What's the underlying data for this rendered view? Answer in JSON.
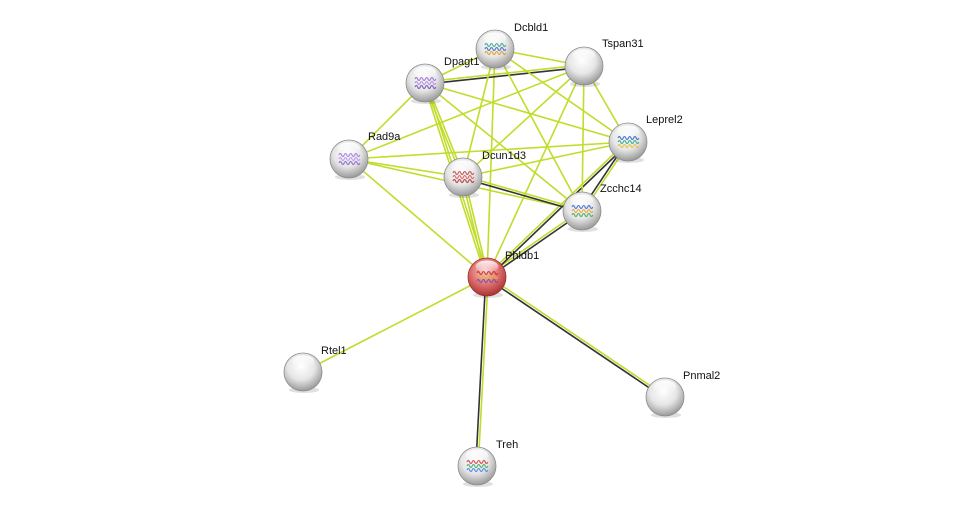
{
  "network": {
    "colors": {
      "textmining": "#c2dc2c",
      "coexpression": "#333333",
      "query_node": "#d9595c",
      "node": "#dddddd"
    },
    "nodes": [
      {
        "id": "Phldb1",
        "label": "Phldb1",
        "query": true,
        "structure": true
      },
      {
        "id": "Dcbld1",
        "label": "Dcbld1",
        "structure": true
      },
      {
        "id": "Tspan31",
        "label": "Tspan31",
        "structure": false
      },
      {
        "id": "Dpagt1",
        "label": "Dpagt1",
        "structure": true
      },
      {
        "id": "Leprel2",
        "label": "Leprel2",
        "structure": true
      },
      {
        "id": "Rad9a",
        "label": "Rad9a",
        "structure": true
      },
      {
        "id": "Dcun1d3",
        "label": "Dcun1d3",
        "structure": true
      },
      {
        "id": "Zcchc14",
        "label": "Zcchc14",
        "structure": true
      },
      {
        "id": "Rtel1",
        "label": "Rtel1",
        "structure": false
      },
      {
        "id": "Pnmal2",
        "label": "Pnmal2",
        "structure": false
      },
      {
        "id": "Treh",
        "label": "Treh",
        "structure": true
      }
    ],
    "edges": [
      {
        "a": "Phldb1",
        "b": "Treh",
        "types": [
          "textmining",
          "coexpression"
        ]
      },
      {
        "a": "Phldb1",
        "b": "Pnmal2",
        "types": [
          "textmining",
          "coexpression"
        ]
      },
      {
        "a": "Phldb1",
        "b": "Rtel1",
        "types": [
          "textmining"
        ]
      },
      {
        "a": "Phldb1",
        "b": "Zcchc14",
        "types": [
          "textmining",
          "coexpression"
        ]
      },
      {
        "a": "Phldb1",
        "b": "Leprel2",
        "types": [
          "textmining",
          "coexpression"
        ]
      },
      {
        "a": "Phldb1",
        "b": "Dcun1d3",
        "types": [
          "textmining",
          "textmining"
        ]
      },
      {
        "a": "Phldb1",
        "b": "Rad9a",
        "types": [
          "textmining"
        ]
      },
      {
        "a": "Phldb1",
        "b": "Dpagt1",
        "types": [
          "textmining",
          "textmining"
        ]
      },
      {
        "a": "Phldb1",
        "b": "Dcbld1",
        "types": [
          "textmining"
        ]
      },
      {
        "a": "Phldb1",
        "b": "Tspan31",
        "types": [
          "textmining"
        ]
      },
      {
        "a": "Dpagt1",
        "b": "Tspan31",
        "types": [
          "textmining",
          "coexpression"
        ]
      },
      {
        "a": "Dpagt1",
        "b": "Dcbld1",
        "types": [
          "textmining"
        ]
      },
      {
        "a": "Dpagt1",
        "b": "Rad9a",
        "types": [
          "textmining"
        ]
      },
      {
        "a": "Dpagt1",
        "b": "Dcun1d3",
        "types": [
          "textmining",
          "textmining"
        ]
      },
      {
        "a": "Dpagt1",
        "b": "Leprel2",
        "types": [
          "textmining"
        ]
      },
      {
        "a": "Dpagt1",
        "b": "Zcchc14",
        "types": [
          "textmining"
        ]
      },
      {
        "a": "Dcbld1",
        "b": "Tspan31",
        "types": [
          "textmining"
        ]
      },
      {
        "a": "Dcbld1",
        "b": "Leprel2",
        "types": [
          "textmining"
        ]
      },
      {
        "a": "Dcbld1",
        "b": "Dcun1d3",
        "types": [
          "textmining"
        ]
      },
      {
        "a": "Dcbld1",
        "b": "Zcchc14",
        "types": [
          "textmining"
        ]
      },
      {
        "a": "Tspan31",
        "b": "Rad9a",
        "types": [
          "textmining"
        ]
      },
      {
        "a": "Tspan31",
        "b": "Leprel2",
        "types": [
          "textmining"
        ]
      },
      {
        "a": "Tspan31",
        "b": "Dcun1d3",
        "types": [
          "textmining"
        ]
      },
      {
        "a": "Tspan31",
        "b": "Zcchc14",
        "types": [
          "textmining"
        ]
      },
      {
        "a": "Rad9a",
        "b": "Leprel2",
        "types": [
          "textmining"
        ]
      },
      {
        "a": "Rad9a",
        "b": "Dcun1d3",
        "types": [
          "textmining"
        ]
      },
      {
        "a": "Rad9a",
        "b": "Zcchc14",
        "types": [
          "textmining"
        ]
      },
      {
        "a": "Dcun1d3",
        "b": "Leprel2",
        "types": [
          "textmining"
        ]
      },
      {
        "a": "Dcun1d3",
        "b": "Zcchc14",
        "types": [
          "textmining",
          "coexpression"
        ]
      },
      {
        "a": "Leprel2",
        "b": "Zcchc14",
        "types": [
          "textmining",
          "coexpression"
        ]
      }
    ]
  }
}
